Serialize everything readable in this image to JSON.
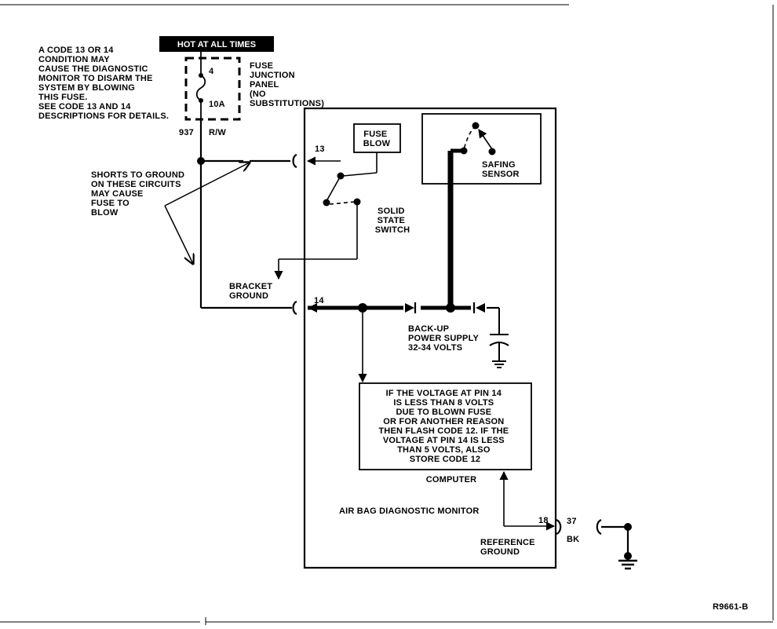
{
  "figure_id": "R9661-B",
  "power_header": "HOT AT ALL TIMES",
  "fuse_panel": {
    "label_lines": [
      "FUSE",
      "JUNCTION",
      "PANEL",
      "(NO",
      "SUBSTITUTIONS)"
    ],
    "fuse_number": "4",
    "fuse_rating": "10A"
  },
  "warning_note_lines": [
    "A CODE 13 OR 14",
    "CONDITION MAY",
    "CAUSE THE DIAGNOSTIC",
    "MONITOR TO DISARM THE",
    "SYSTEM BY BLOWING",
    "THIS FUSE.",
    "SEE CODE 13 AND 14",
    "DESCRIPTIONS FOR DETAILS."
  ],
  "wire": {
    "circuit": "937",
    "color": "R/W"
  },
  "shorts_note_lines": [
    "SHORTS TO GROUND",
    "ON THESE CIRCUITS",
    "MAY CAUSE",
    "FUSE TO",
    "BLOW"
  ],
  "pins": {
    "pin13": "13",
    "pin14": "14",
    "pin18": "18",
    "connector_pin": "37",
    "connector_bk": "BK"
  },
  "fuse_blow_lines": [
    "FUSE",
    "BLOW"
  ],
  "safing_sensor_lines": [
    "SAFING",
    "SENSOR"
  ],
  "solid_state_switch_lines": [
    "SOLID",
    "STATE",
    "SWITCH"
  ],
  "bracket_ground_lines": [
    "BRACKET",
    "GROUND"
  ],
  "backup_power_lines": [
    "BACK-UP",
    "POWER SUPPLY",
    "32-34 VOLTS"
  ],
  "computer_note_lines": [
    "IF THE VOLTAGE AT PIN 14",
    "IS LESS THAN 8 VOLTS",
    "DUE TO BLOWN FUSE",
    "OR FOR ANOTHER REASON",
    "THEN FLASH CODE 12. IF THE",
    "VOLTAGE AT PIN 14 IS LESS",
    "THAN 5 VOLTS, ALSO",
    "STORE CODE 12"
  ],
  "computer_label": "COMPUTER",
  "monitor_label": "AIR BAG DIAGNOSTIC MONITOR",
  "reference_ground_lines": [
    "REFERENCE",
    "GROUND"
  ]
}
